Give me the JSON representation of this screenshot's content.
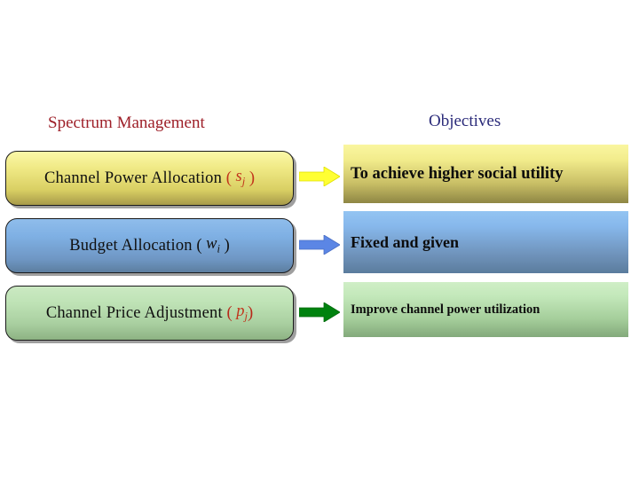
{
  "slide": {
    "background_color": "#ffffff",
    "columns": {
      "left": {
        "title": "Spectrum Management",
        "title_color": "#9e2029"
      },
      "right": {
        "title": "Objectives",
        "title_color": "#2b2b7a"
      }
    },
    "rows": [
      {
        "id": "row-1",
        "left_box": {
          "label": "Channel Power Allocation",
          "open_paren": "(",
          "variable": "s",
          "subscript": "j",
          "close_paren": ")",
          "variable_color": "#c2341b",
          "fill_top_color": "#fbf8a8",
          "fill_bottom_color": "#a79a4a"
        },
        "arrow": {
          "icon": "right-arrow-icon",
          "color": "#ffff33",
          "outline_color": "#d8d800"
        },
        "right_box": {
          "text": "To achieve higher social utility",
          "fill_top_color": "#faf6a0",
          "fill_bottom_color": "#8e8644"
        }
      },
      {
        "id": "row-2",
        "left_box": {
          "label": "Budget Allocation",
          "open_paren": "(",
          "variable": "w",
          "subscript": "i",
          "close_paren": ")",
          "variable_color": "#101010",
          "fill_top_color": "#8fbdeb",
          "fill_bottom_color": "#5c7e9f"
        },
        "arrow": {
          "icon": "right-arrow-icon",
          "color": "#5b86e5",
          "outline_color": "#4a6fc4"
        },
        "right_box": {
          "text": "Fixed and given",
          "fill_top_color": "#93c4f2",
          "fill_bottom_color": "#5b7c9d"
        }
      },
      {
        "id": "row-3",
        "left_box": {
          "label": "Channel Price Adjustment",
          "open_paren": "(",
          "variable": "p",
          "subscript": "j",
          "close_paren": ")",
          "variable_color": "#b8281a",
          "fill_top_color": "#cbe9c2",
          "fill_bottom_color": "#8db283"
        },
        "arrow": {
          "icon": "right-arrow-icon",
          "color": "#00820f",
          "outline_color": "#006b0c"
        },
        "right_box": {
          "text": "Improve channel power utilization",
          "fill_top_color": "#cfeec6",
          "fill_bottom_color": "#83a97b"
        }
      }
    ]
  }
}
